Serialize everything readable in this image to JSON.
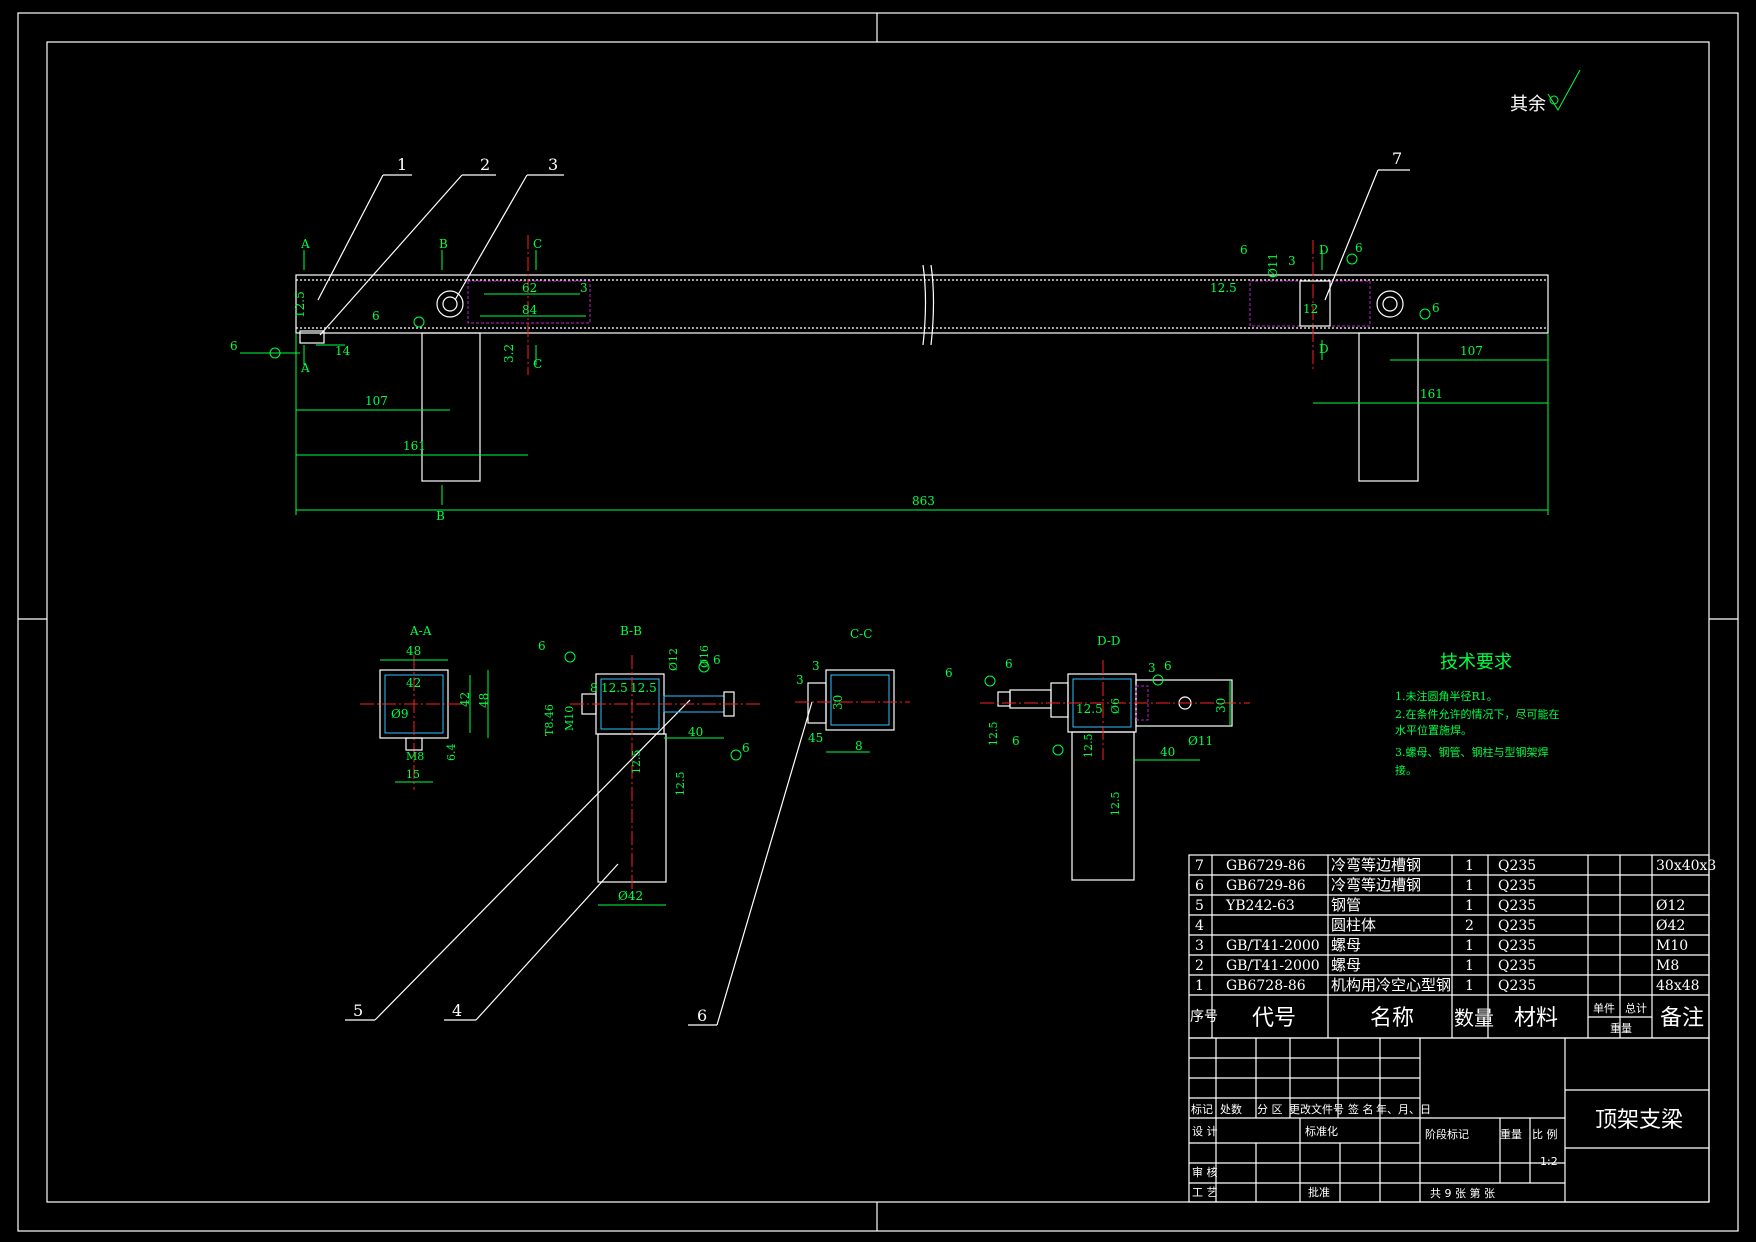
{
  "surface_note": "其余",
  "balloons": [
    "1",
    "2",
    "3",
    "7",
    "5",
    "4",
    "6"
  ],
  "main_view": {
    "section_marks": [
      "A",
      "A",
      "B",
      "B",
      "C",
      "C",
      "D",
      "D"
    ],
    "dims": [
      "62",
      "84",
      "3",
      "107",
      "161",
      "14",
      "12.5",
      "3.2",
      "6",
      "6",
      "6",
      "863",
      "107",
      "161",
      "12",
      "3",
      "Ø11",
      "12.5",
      "6",
      "6"
    ]
  },
  "section_views": {
    "aa": {
      "title": "A-A",
      "dims": [
        "48",
        "42",
        "Ø9",
        "42",
        "48",
        "M8",
        "6.4",
        "15"
      ]
    },
    "bb": {
      "title": "B-B",
      "dims": [
        "8",
        "12.5",
        "12.5",
        "Ø12",
        "Ø16",
        "6",
        "6",
        "40",
        "M10",
        "T8.46",
        "12.5",
        "12.5",
        "6",
        "Ø42"
      ]
    },
    "cc": {
      "title": "C-C",
      "dims": [
        "3",
        "3",
        "30",
        "45",
        "8"
      ]
    },
    "dd": {
      "title": "D-D",
      "dims": [
        "6",
        "6",
        "3",
        "6",
        "12.5",
        "Ø6",
        "30",
        "12.5",
        "6",
        "12.5",
        "40",
        "Ø11",
        "12.5"
      ]
    }
  },
  "tech_requirements": {
    "title": "技术要求",
    "lines": [
      "1.未注圆角半径R1。",
      "2.在条件允许的情况下，尽可能在",
      "水平位置施焊。",
      "3.螺母、钢管、钢柱与型钢架焊",
      "接。"
    ]
  },
  "bom": {
    "rows": [
      {
        "no": "7",
        "code": "GB6729-86",
        "name": "冷弯等边槽钢",
        "qty": "1",
        "mat": "Q235",
        "note": "30x40x3"
      },
      {
        "no": "6",
        "code": "GB6729-86",
        "name": "冷弯等边槽钢",
        "qty": "1",
        "mat": "Q235",
        "note": ""
      },
      {
        "no": "5",
        "code": "YB242-63",
        "name": "钢管",
        "qty": "1",
        "mat": "Q235",
        "note": "Ø12"
      },
      {
        "no": "4",
        "code": "",
        "name": "圆柱体",
        "qty": "2",
        "mat": "Q235",
        "note": "Ø42"
      },
      {
        "no": "3",
        "code": "GB/T41-2000",
        "name": "螺母",
        "qty": "1",
        "mat": "Q235",
        "note": "M10"
      },
      {
        "no": "2",
        "code": "GB/T41-2000",
        "name": "螺母",
        "qty": "1",
        "mat": "Q235",
        "note": "M8"
      },
      {
        "no": "1",
        "code": "GB6728-86",
        "name": "机构用冷空心型钢",
        "qty": "1",
        "mat": "Q235",
        "note": "48x48"
      }
    ],
    "header": {
      "no": "序号",
      "code": "代号",
      "name": "名称",
      "qty": "数量",
      "mat": "材料",
      "unit": "单件",
      "total": "总计",
      "weight": "重量",
      "note": "备注"
    }
  },
  "title_block": {
    "part_name": "顶架支梁",
    "revision_labels": [
      "标记",
      "处数",
      "分 区",
      "更改文件号",
      "签 名",
      "年、月、日"
    ],
    "design": "设 计",
    "standard": "标准化",
    "review": "审 核",
    "process": "工 艺",
    "approve": "批准",
    "stage": "阶段标记",
    "mass": "重量",
    "scale_label": "比 例",
    "scale": "1:2",
    "sheets": "共 9 张  第    张"
  }
}
